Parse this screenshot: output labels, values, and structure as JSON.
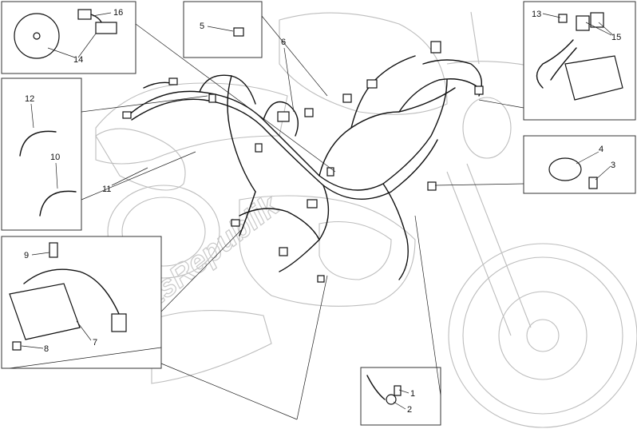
{
  "watermark": "PartsRepublik",
  "callouts": {
    "c1": "1",
    "c2": "2",
    "c3": "3",
    "c4": "4",
    "c5": "5",
    "c6": "6",
    "c7": "7",
    "c8": "8",
    "c9": "9",
    "c10": "10",
    "c11": "11",
    "c12": "12",
    "c13": "13",
    "c14": "14",
    "c15": "15",
    "c16": "16"
  }
}
